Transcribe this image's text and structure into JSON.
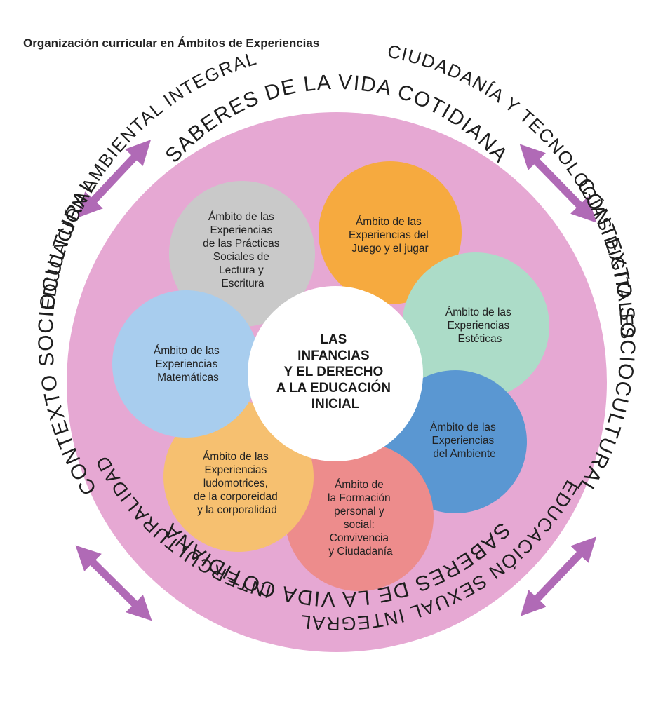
{
  "title": "Organización curricular en Ámbitos de Experiencias",
  "colors": {
    "ring": "#e6a8d3",
    "arrow": "#b06ab6",
    "center": "#ffffff",
    "petal_gray": "#c9c9c9",
    "petal_orange": "#f6aa3f",
    "petal_mint": "#acdcc8",
    "petal_blue_light": "#a8cdee",
    "petal_blue": "#5a97d2",
    "petal_peach": "#f6c070",
    "petal_red": "#ed8c8c"
  },
  "outer": {
    "top": "SABERES DE LA VIDA COTIDIANA",
    "bottom": "SABERES DE LA VIDA COTIDIANA",
    "left": "CONTEXTO SOCIOCULTURAL",
    "right": "CONTEXTO SOCIOCULTURAL"
  },
  "ring": {
    "ambiental": "EDUCACIÓN AMBIENTAL INTEGRAL",
    "ciudadania": "CIUDADANÍA  Y TECNOLOGÍAS DIGITALES",
    "sexual": "EDUCACIÓN SEXUAL INTEGRAL",
    "intercultural": "INTERCULTURALIDAD"
  },
  "center": [
    "LAS",
    "INFANCIAS",
    "Y EL DERECHO",
    "A LA EDUCACIÓN",
    "INICIAL"
  ],
  "petals": {
    "lectura": [
      "Ámbito de las",
      "Experiencias",
      "de las Prácticas",
      "Sociales de",
      "Lectura y",
      "Escritura"
    ],
    "juego": [
      "Ámbito de las",
      "Experiencias del",
      "Juego y el jugar"
    ],
    "esteticas": [
      "Ámbito de las",
      "Experiencias",
      "Estéticas"
    ],
    "ambiente": [
      "Ámbito de las",
      "Experiencias",
      "del Ambiente"
    ],
    "formacion": [
      "Ámbito de",
      "la Formación",
      "personal y",
      "social:",
      "Convivencia",
      "y Ciudadanía"
    ],
    "ludomotrices": [
      "Ámbito de las",
      "Experiencias",
      "ludomotrices,",
      "de la corporeidad",
      "y la corporalidad"
    ],
    "matematicas": [
      "Ámbito de las",
      "Experiencias",
      "Matemáticas"
    ]
  }
}
